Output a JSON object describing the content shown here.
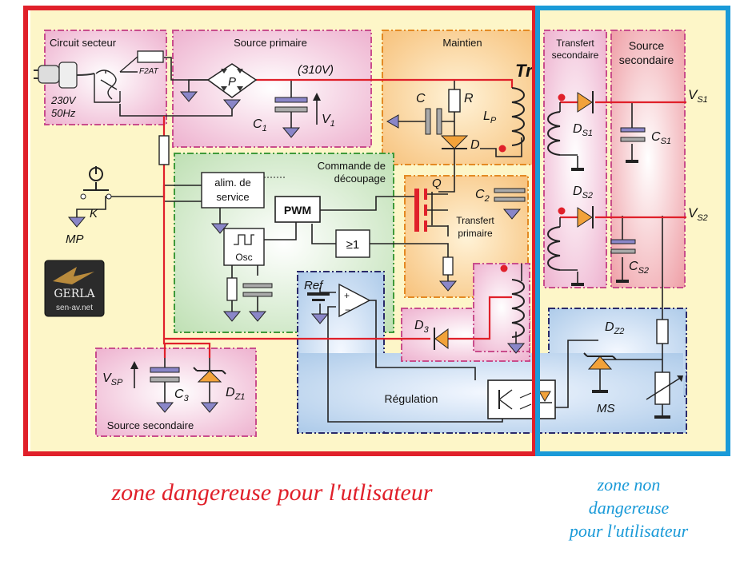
{
  "colors": {
    "danger_frame": "#e0202a",
    "safe_frame": "#1a9ad8",
    "background": "#fdf6c8",
    "wire_red": "#e0202a",
    "ground": "#8a86c8"
  },
  "blocks": {
    "circuit_secteur": "Circuit secteur",
    "source_primaire": "Source primaire",
    "source_primaire_voltage": "(310V)",
    "maintien": "Maintien",
    "transfert_secondaire": [
      "Transfert",
      "secondaire"
    ],
    "source_secondaire_right": [
      "Source",
      "secondaire"
    ],
    "commande_decoupage": [
      "Commande de",
      "découpage"
    ],
    "transfert_primaire": [
      "Transfert",
      "primaire"
    ],
    "regulation": "Régulation",
    "source_secondaire_left": "Source secondaire"
  },
  "components": {
    "fuse": "F2AT",
    "mains_voltage": "230V",
    "mains_freq": "50Hz",
    "bridge": "P",
    "c1": "C",
    "c1_sub": "1",
    "v1": "V",
    "v1_sub": "1",
    "c_maintien": "C",
    "r": "R",
    "lp": "L",
    "lp_sub": "P",
    "d": "D",
    "tr": "Tr",
    "alim_service": [
      "alim. de",
      "service"
    ],
    "pwm": "PWM",
    "osc": "Osc",
    "gate": "≥1",
    "switch_k": "K",
    "mp": "MP",
    "q": "Q",
    "c2": "C",
    "c2_sub": "2",
    "ref": "Ref",
    "d3": "D",
    "d3_sub": "3",
    "vsp": "V",
    "vsp_sub": "SP",
    "c3": "C",
    "c3_sub": "3",
    "dz1": "D",
    "dz1_sub": "Z1",
    "ds1": "D",
    "ds1_sub": "S1",
    "cs1": "C",
    "cs1_sub": "S1",
    "vs1": "V",
    "vs1_sub": "S1",
    "ds2": "D",
    "ds2_sub": "S2",
    "cs2": "C",
    "cs2_sub": "S2",
    "vs2": "V",
    "vs2_sub": "S2",
    "dz2": "D",
    "dz2_sub": "Z2",
    "ms": "MS"
  },
  "logo": {
    "name": "GERLA",
    "site": "sen-av.net"
  },
  "captions": {
    "danger": "zone dangereuse pour l'utlisateur",
    "safe_lines": [
      "zone non",
      "dangereuse",
      "pour l'utilisateur"
    ]
  }
}
